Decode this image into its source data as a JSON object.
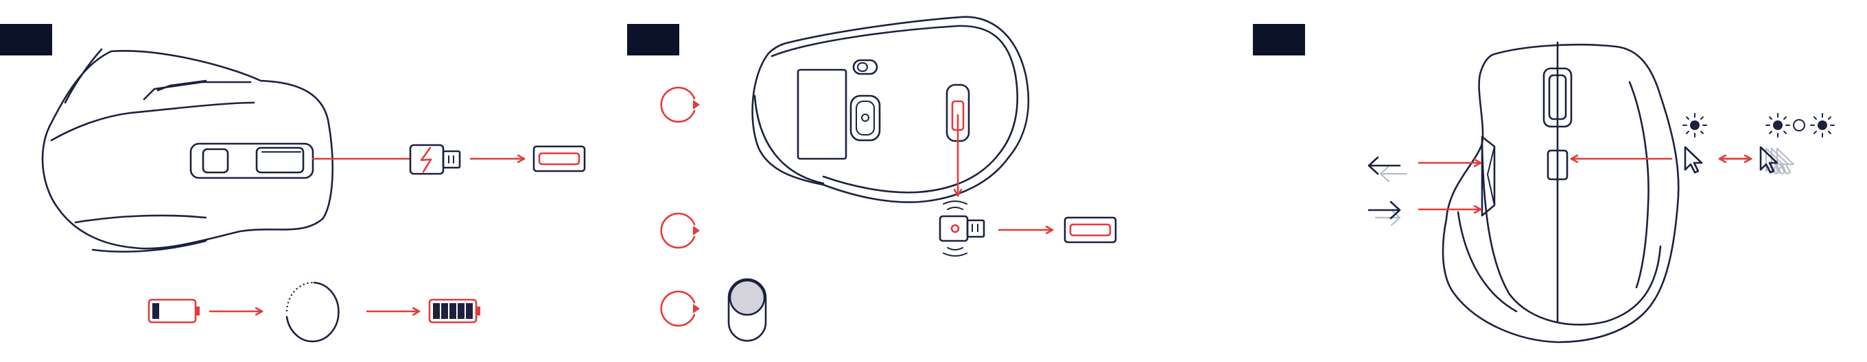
{
  "panels": [
    {
      "id": "charging",
      "badge": ""
    },
    {
      "id": "connection",
      "badge": ""
    },
    {
      "id": "buttons",
      "badge": ""
    }
  ],
  "steps": [
    "",
    "",
    ""
  ],
  "colors": {
    "ink": "#1c2140",
    "accent": "#e8393a",
    "badge": "#0b1229",
    "muted": "#b9bcc8",
    "switch_knob": "#d4d3dc"
  },
  "icons": [
    "mouse-side-view-icon",
    "usb-c-cable-icon",
    "usb-port-icon",
    "battery-low-icon",
    "loading-ring-icon",
    "battery-full-icon",
    "mouse-bottom-view-icon",
    "power-switch-icon",
    "usb-receiver-icon",
    "mouse-top-view-icon",
    "back-arrow-icon",
    "forward-arrow-icon",
    "dpi-brightness-icon",
    "cursor-icon",
    "cursor-speed-icon"
  ]
}
